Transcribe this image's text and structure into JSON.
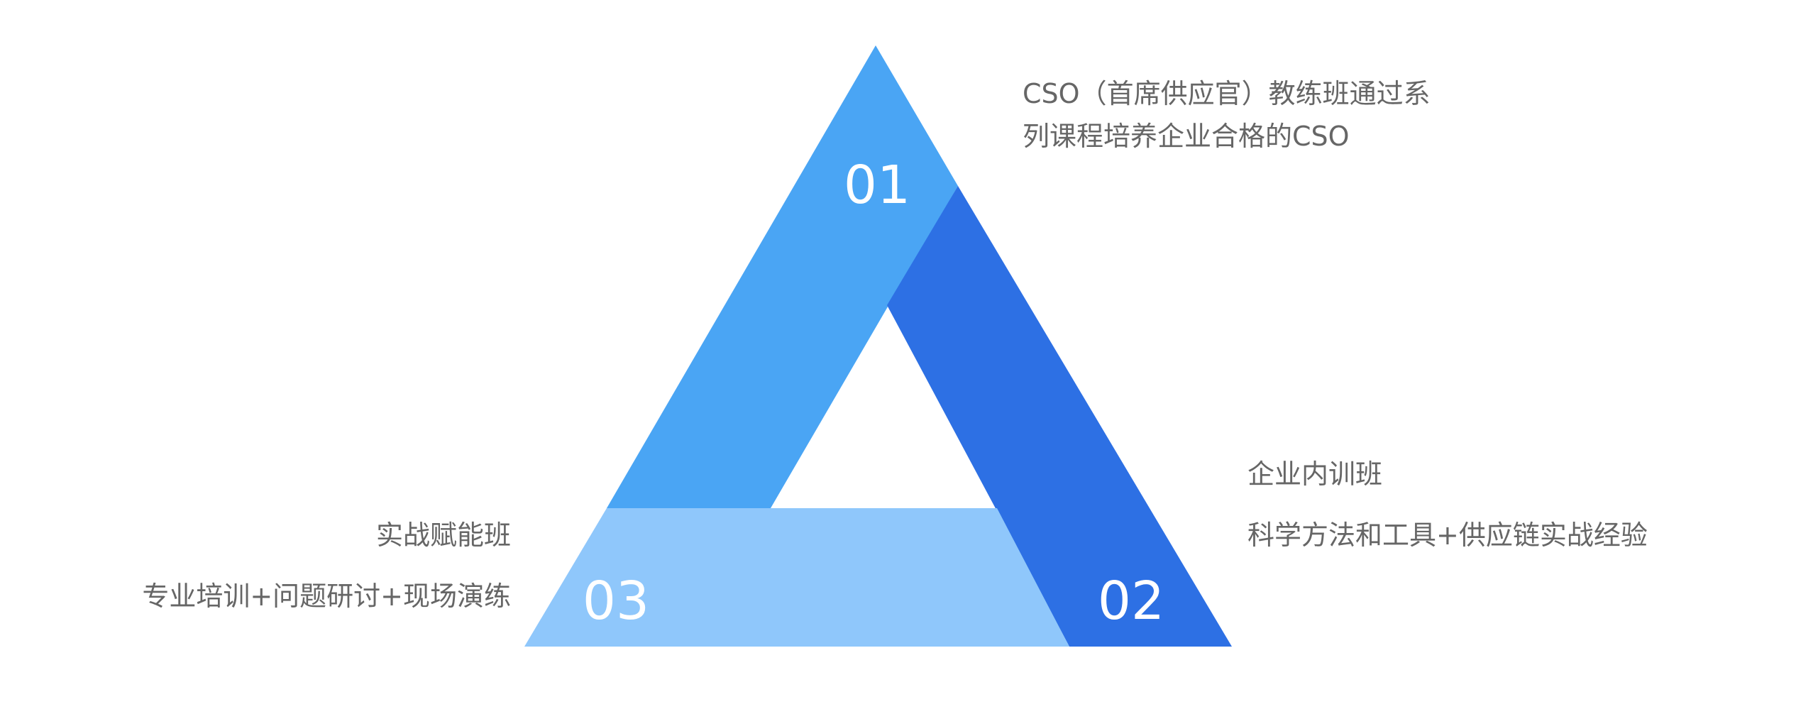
{
  "diagram": {
    "colors": {
      "segment_01": "#4aa5f4",
      "segment_02": "#2d70e4",
      "segment_03": "#8fc7fb",
      "text": "#666666",
      "number": "#ffffff"
    },
    "segments": [
      {
        "number": "01",
        "lines": [
          "CSO（首席供应官）教练班通过系",
          "列课程培养企业合格的CSO"
        ]
      },
      {
        "number": "02",
        "title": "企业内训班",
        "description": "科学方法和工具+供应链实战经验"
      },
      {
        "number": "03",
        "title": "实战赋能班",
        "description": "专业培训+问题研讨+现场演练"
      }
    ]
  }
}
